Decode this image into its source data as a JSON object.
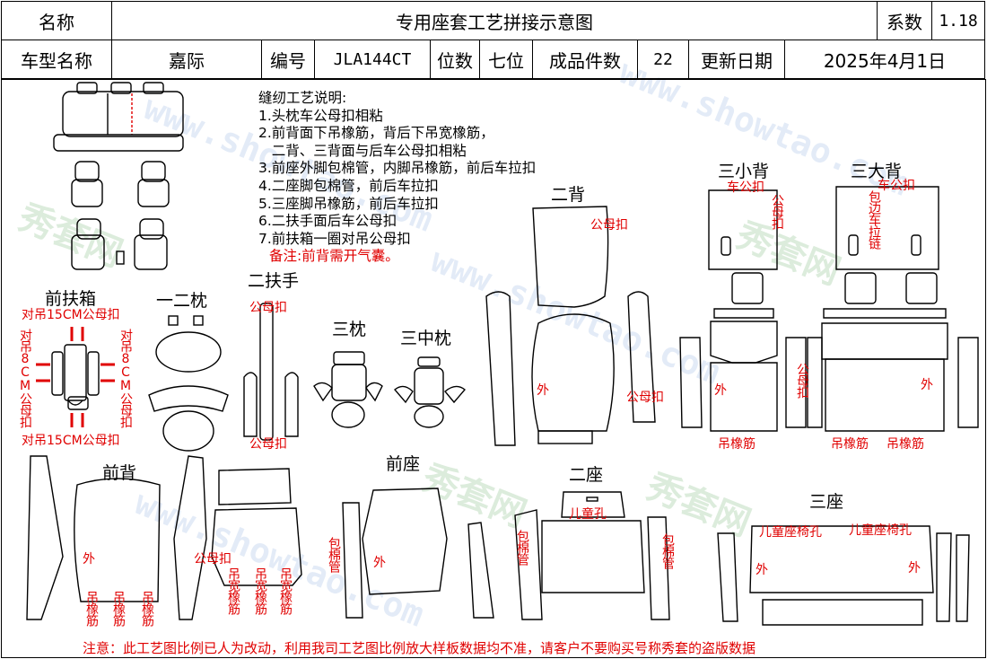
{
  "header": {
    "name_label": "名称",
    "title": "专用座套工艺拼接示意图",
    "coef_label": "系数",
    "coef_value": "1.18",
    "model_label": "车型名称",
    "model_value": "嘉际",
    "code_label": "编号",
    "code_value": "JLA144CT",
    "seats_label": "位数",
    "seats_value": "七位",
    "pieces_label": "成品件数",
    "pieces_value": "22",
    "date_label": "更新日期",
    "date_value": "2025年4月1日"
  },
  "notes": {
    "title": "缝纫工艺说明:",
    "lines": [
      "1.头枕车公母扣相粘",
      "2.前背面下吊橡筋，背后下吊宽橡筋，",
      "   二背、三背面与后车公母扣相粘",
      "3.前座外脚包棉管，内脚吊橡筋，前后车拉扣",
      "4.二座脚包棉管，前后车拉扣",
      "5.三座脚吊橡筋，前后车拉扣",
      "6.二扶手面后车公母扣",
      "7.前扶箱一圈对吊公母扣"
    ],
    "remark": "备注:前背需开气囊。"
  },
  "sections": {
    "front_armbox": "前扶箱",
    "headrest_12": "一二枕",
    "armrest_2": "二扶手",
    "headrest_3": "三枕",
    "headrest_3mid": "三中枕",
    "back_2": "二背",
    "back_3small": "三小背",
    "back_3big": "三大背",
    "back_front": "前背",
    "seat_front": "前座",
    "seat_2": "二座",
    "seat_3": "三座"
  },
  "annotations": {
    "hang15_top": "对吊15CM公母扣",
    "hang15_bottom": "对吊15CM公母扣",
    "hang8_left": "对吊8CM公母扣",
    "hang8_right": "对吊8CM公母扣",
    "snap": "公母扣",
    "outer": "外",
    "elastic": "吊橡筋",
    "elastic_v": "吊橡筋",
    "wide_elastic_v": "吊宽橡筋",
    "foam_tube": "包棉管",
    "child_hole": "儿童孔",
    "child_seat_hole": "儿童座椅孔",
    "sew_snap": "车公扣",
    "sew_snap2": "车公扣",
    "snap_v": "公母扣",
    "zip_v": "包边车拉链"
  },
  "footer": "注意：此工艺图比例已人为改动，利用我司工艺图比例放大样板数据均不准，请客户不要购买号称秀套的盗版数据",
  "watermarks": [
    "秀套网",
    "www.showtao.com"
  ],
  "colors": {
    "annotation": "#e00000",
    "line": "#000000"
  }
}
